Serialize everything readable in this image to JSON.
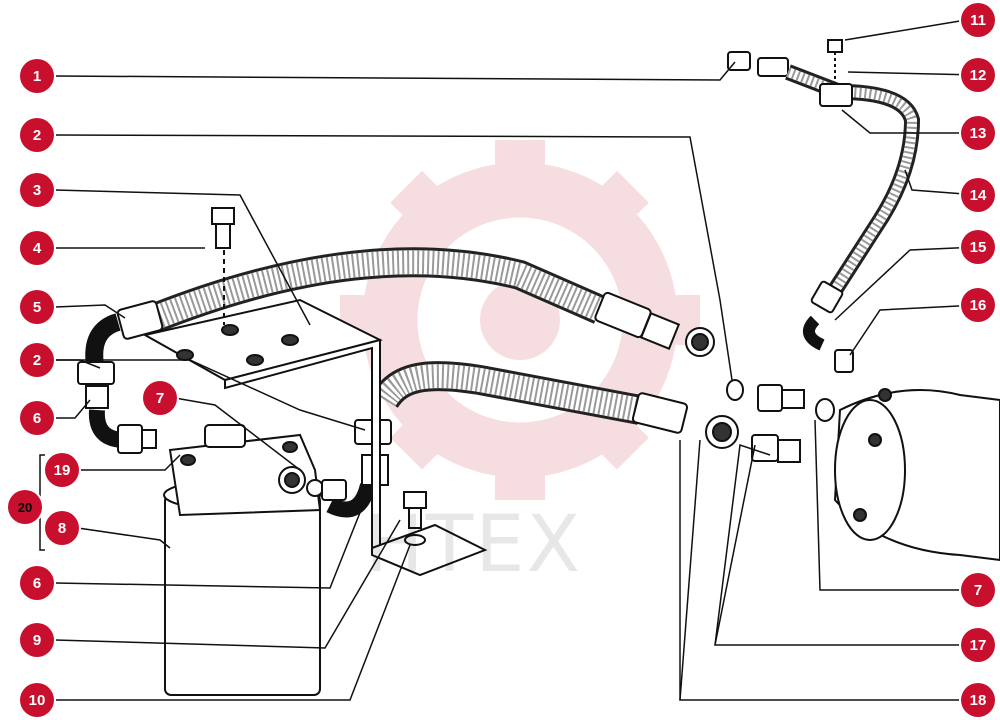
{
  "diagram": {
    "watermark": "HTEX",
    "colors": {
      "callout": "#c8102e",
      "leader": "#111111",
      "watermark_gear": "#e8a0a8"
    },
    "callouts": [
      {
        "id": "c1",
        "label": "1"
      },
      {
        "id": "c2a",
        "label": "2"
      },
      {
        "id": "c3",
        "label": "3"
      },
      {
        "id": "c4",
        "label": "4"
      },
      {
        "id": "c5",
        "label": "5"
      },
      {
        "id": "c2b",
        "label": "2"
      },
      {
        "id": "c7a",
        "label": "7"
      },
      {
        "id": "c6a",
        "label": "6"
      },
      {
        "id": "c19",
        "label": "19"
      },
      {
        "id": "c20",
        "label": "20"
      },
      {
        "id": "c8",
        "label": "8"
      },
      {
        "id": "c6b",
        "label": "6"
      },
      {
        "id": "c9",
        "label": "9"
      },
      {
        "id": "c10",
        "label": "10"
      },
      {
        "id": "c11",
        "label": "11"
      },
      {
        "id": "c12",
        "label": "12"
      },
      {
        "id": "c13",
        "label": "13"
      },
      {
        "id": "c14",
        "label": "14"
      },
      {
        "id": "c15",
        "label": "15"
      },
      {
        "id": "c16",
        "label": "16"
      },
      {
        "id": "c7b",
        "label": "7"
      },
      {
        "id": "c17",
        "label": "17"
      },
      {
        "id": "c18",
        "label": "18"
      }
    ]
  }
}
